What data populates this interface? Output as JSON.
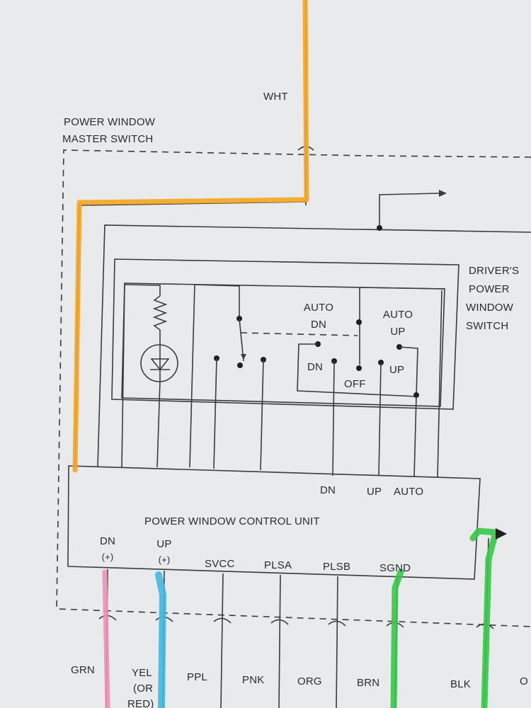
{
  "diagram": {
    "colors": {
      "paper": "#e9eaeb",
      "ink": "#3a3b3e",
      "highlight_orange": "#f5a623",
      "highlight_pink": "#ee8fb8",
      "highlight_blue": "#3fb8e0",
      "highlight_green": "#35c94a"
    },
    "labels": {
      "wht": "WHT",
      "master_switch_line1": "POWER WINDOW",
      "master_switch_line2": "MASTER SWITCH",
      "drivers_line1": "DRIVER'S",
      "drivers_line2": "POWER",
      "drivers_line3": "WINDOW",
      "drivers_line4": "SWITCH",
      "auto_dn_1": "AUTO",
      "auto_dn_2": "DN",
      "auto_up_1": "AUTO",
      "auto_up_2": "UP",
      "dn": "DN",
      "off": "OFF",
      "up": "UP",
      "unit_dn": "DN",
      "unit_up": "UP",
      "unit_auto": "AUTO",
      "control_unit": "POWER WINDOW CONTROL UNIT"
    },
    "terminals": [
      {
        "name": "DN",
        "sub": "(+)",
        "wire": "GRN"
      },
      {
        "name": "UP",
        "sub": "(+)",
        "wire_line1": "YEL",
        "wire_line2": "(OR",
        "wire_line3": "RED)"
      },
      {
        "name": "SVCC",
        "wire": "PPL"
      },
      {
        "name": "PLSA",
        "wire": "PNK"
      },
      {
        "name": "PLSB",
        "wire": "ORG"
      },
      {
        "name": "SGND",
        "wire": "BRN"
      }
    ],
    "extra_wires": {
      "blk": "BLK",
      "o": "O"
    }
  }
}
